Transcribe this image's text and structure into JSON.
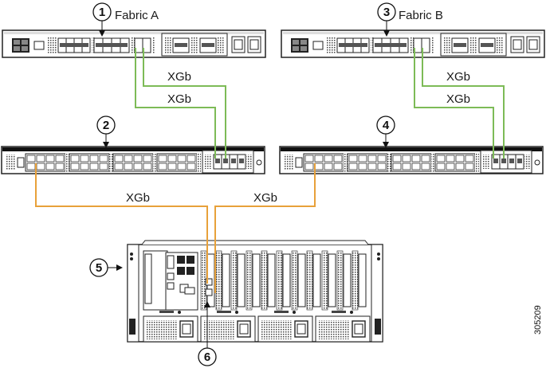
{
  "diagram": {
    "type": "network-cabling",
    "colors": {
      "uplink_cable": "#7dbb57",
      "server_cable": "#e8a13a",
      "outline": "#222222",
      "background": "#ffffff"
    },
    "callouts": [
      {
        "id": "1",
        "label": "Fabric A",
        "target": "fabric-interconnect-a"
      },
      {
        "id": "2",
        "label": "",
        "target": "fabric-extender-a"
      },
      {
        "id": "3",
        "label": "Fabric B",
        "target": "fabric-interconnect-b"
      },
      {
        "id": "4",
        "label": "",
        "target": "fabric-extender-b"
      },
      {
        "id": "5",
        "label": "",
        "target": "server-chassis"
      },
      {
        "id": "6",
        "label": "",
        "target": "server-adapter"
      }
    ],
    "links": [
      {
        "from": "fabric-interconnect-a",
        "to": "fabric-extender-a",
        "label": "XGb",
        "color": "uplink"
      },
      {
        "from": "fabric-interconnect-a",
        "to": "fabric-extender-a",
        "label": "XGb",
        "color": "uplink"
      },
      {
        "from": "fabric-interconnect-b",
        "to": "fabric-extender-b",
        "label": "XGb",
        "color": "uplink"
      },
      {
        "from": "fabric-interconnect-b",
        "to": "fabric-extender-b",
        "label": "XGb",
        "color": "uplink"
      },
      {
        "from": "fabric-extender-a",
        "to": "server-adapter",
        "label": "XGb",
        "color": "server"
      },
      {
        "from": "fabric-extender-b",
        "to": "server-adapter",
        "label": "XGb",
        "color": "server"
      }
    ],
    "link_label": "XGb",
    "figure_number": "305209"
  }
}
